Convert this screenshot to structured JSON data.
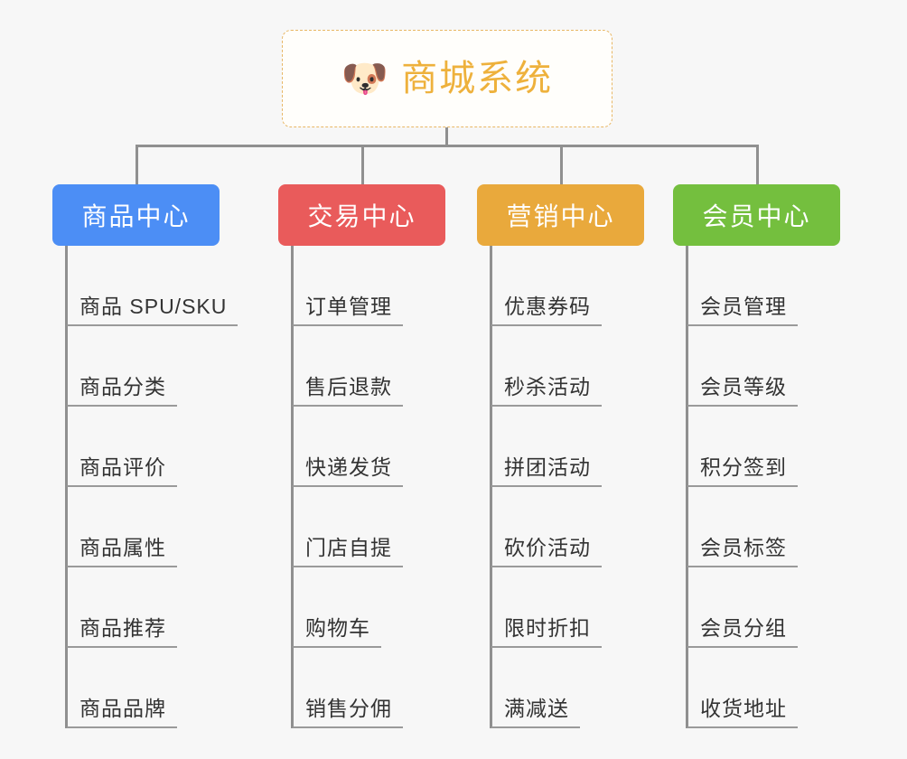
{
  "root": {
    "icon": "dog-face-icon",
    "emoji": "🐶",
    "title": "商城系统",
    "title_color": "#eeb13c",
    "border_color": "#e8b765",
    "background": "#fffefb"
  },
  "canvas": {
    "background": "#f7f7f7",
    "connector_color": "#909090",
    "leaf_rule_color": "#9a9a9a",
    "leaf_text_color": "#333333"
  },
  "branches": [
    {
      "id": "product-center",
      "title": "商品中心",
      "color": "#4c8ef5",
      "items": [
        "商品 SPU/SKU",
        "商品分类",
        "商品评价",
        "商品属性",
        "商品推荐",
        "商品品牌"
      ]
    },
    {
      "id": "trade-center",
      "title": "交易中心",
      "color": "#e95b5b",
      "items": [
        "订单管理",
        "售后退款",
        "快递发货",
        "门店自提",
        "购物车",
        "销售分佣"
      ]
    },
    {
      "id": "marketing-center",
      "title": "营销中心",
      "color": "#e9a93c",
      "items": [
        "优惠券码",
        "秒杀活动",
        "拼团活动",
        "砍价活动",
        "限时折扣",
        "满减送"
      ]
    },
    {
      "id": "member-center",
      "title": "会员中心",
      "color": "#74bf3e",
      "items": [
        "会员管理",
        "会员等级",
        "积分签到",
        "会员标签",
        "会员分组",
        "收货地址"
      ]
    }
  ]
}
